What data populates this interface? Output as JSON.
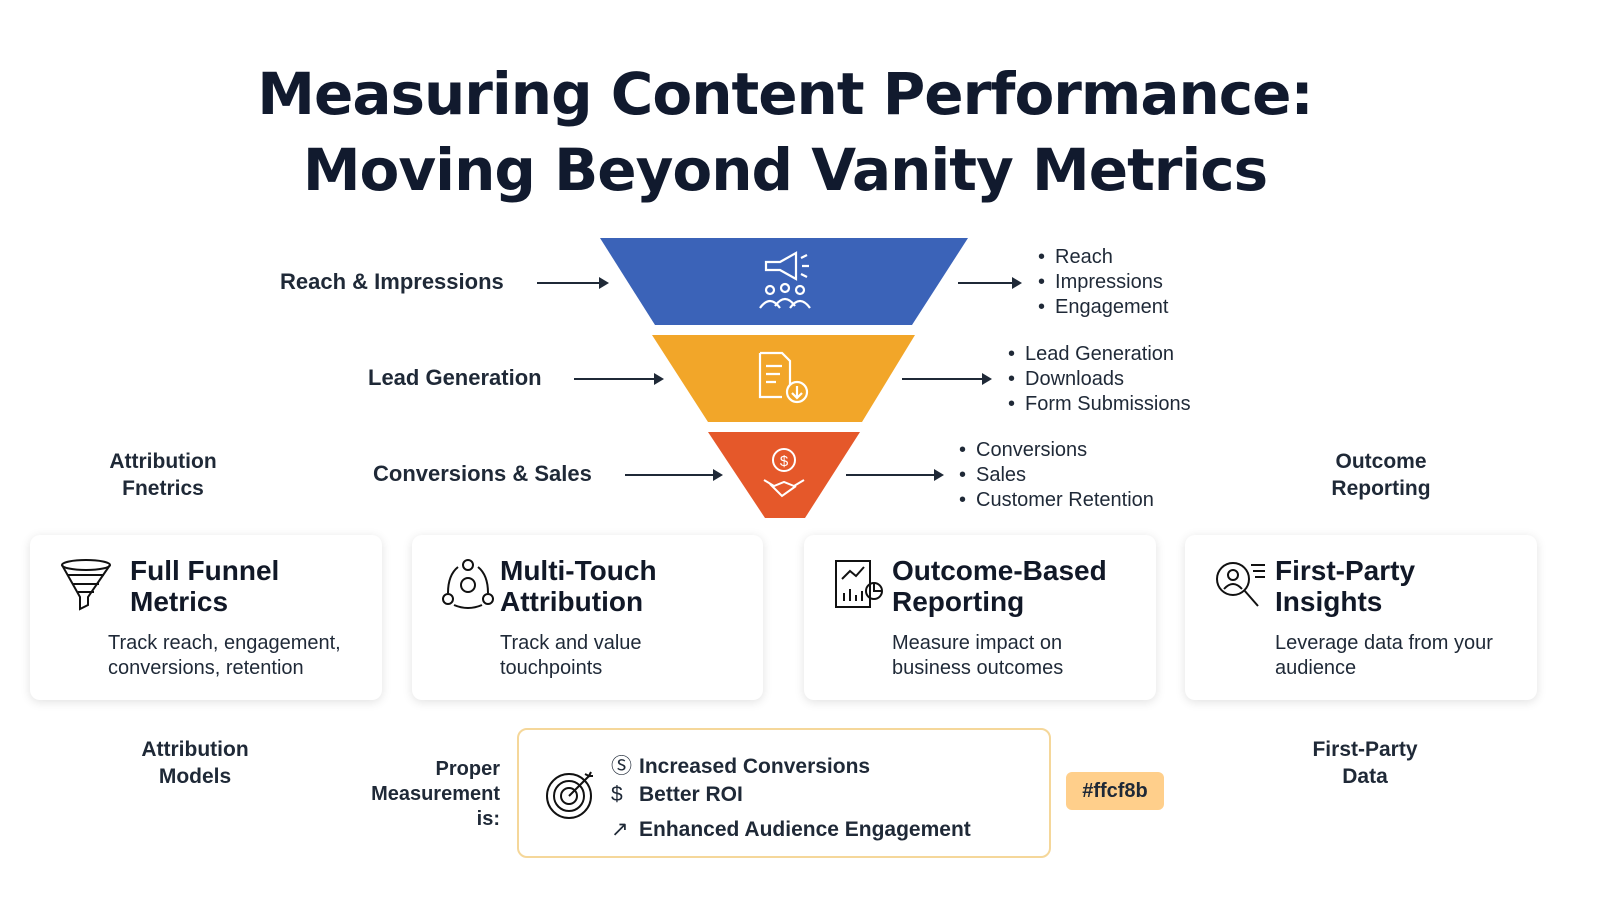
{
  "title": {
    "line1": "Measuring Content Performance:",
    "line2": "Moving Beyond Vanity Metrics"
  },
  "funnel": {
    "stages": [
      {
        "label": "Reach & Impressions",
        "icon": "megaphone-audience-icon",
        "color": "#3b63b8",
        "bullets": [
          "Reach",
          "Impressions",
          "Engagement"
        ]
      },
      {
        "label": "Lead Generation",
        "icon": "document-download-icon",
        "color": "#f2a629",
        "bullets": [
          "Lead Generation",
          "Downloads",
          "Form Submissions"
        ]
      },
      {
        "label": "Conversions & Sales",
        "icon": "handshake-dollar-icon",
        "color": "#e5582a",
        "bullets": [
          "Conversions",
          "Sales",
          "Customer Retention"
        ]
      }
    ]
  },
  "side_labels": {
    "attribution_metrics": "Attribution Fnetrics",
    "outcome_reporting": "Outcome Reporting",
    "attribution_models": "Attribution Models",
    "first_party_data": "First-Party Data"
  },
  "cards": [
    {
      "title": "Full Funnel Metrics",
      "desc": "Track reach, engagement, conversions, retention",
      "icon": "funnel-icon"
    },
    {
      "title": "Multi-Touch Attribution",
      "desc": "Track and value touchpoints",
      "icon": "cycle-nodes-icon"
    },
    {
      "title": "Outcome-Based Reporting",
      "desc": "Measure impact on business outcomes",
      "icon": "report-chart-icon"
    },
    {
      "title": "First-Party Insights",
      "desc": "Leverage data from your audience",
      "icon": "user-search-icon"
    }
  ],
  "outcomes": {
    "lead": "Proper Measurement is:",
    "items": [
      {
        "glyph": "Ⓢ",
        "text": "Increased Conversions"
      },
      {
        "glyph": "$",
        "text": "Better ROI"
      },
      {
        "glyph": "↗",
        "text": "Enhanced Audience Engagement"
      }
    ],
    "color_chip": "#ffcf8b",
    "accent_border": "#f5d79a"
  }
}
